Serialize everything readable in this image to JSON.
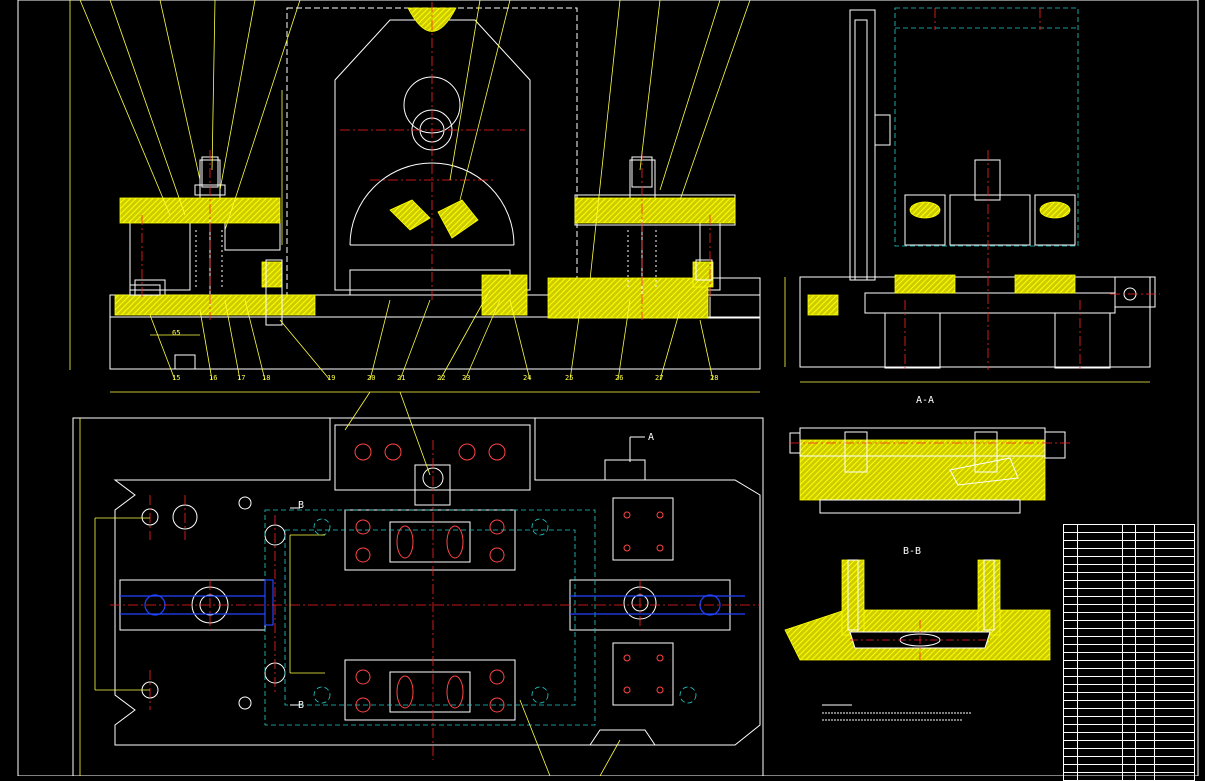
{
  "drawing": {
    "section_aa": "A-A",
    "section_bb": "B-B",
    "cut_mark_a": "A",
    "cut_mark_b_top": "B",
    "cut_mark_b_bottom": "B"
  },
  "front_view": {
    "balloons": [
      "15",
      "16",
      "17",
      "18",
      "19",
      "20",
      "21",
      "22",
      "23",
      "24",
      "25",
      "26",
      "27",
      "28"
    ],
    "dimensions": [
      "65"
    ]
  },
  "colors": {
    "background": "#000000",
    "outline": "#ffffff",
    "hatch": "#ffff00",
    "leader": "#ffff44",
    "center": "#ff2222",
    "hidden": "#22cccc",
    "fastener": "#2244ff"
  }
}
